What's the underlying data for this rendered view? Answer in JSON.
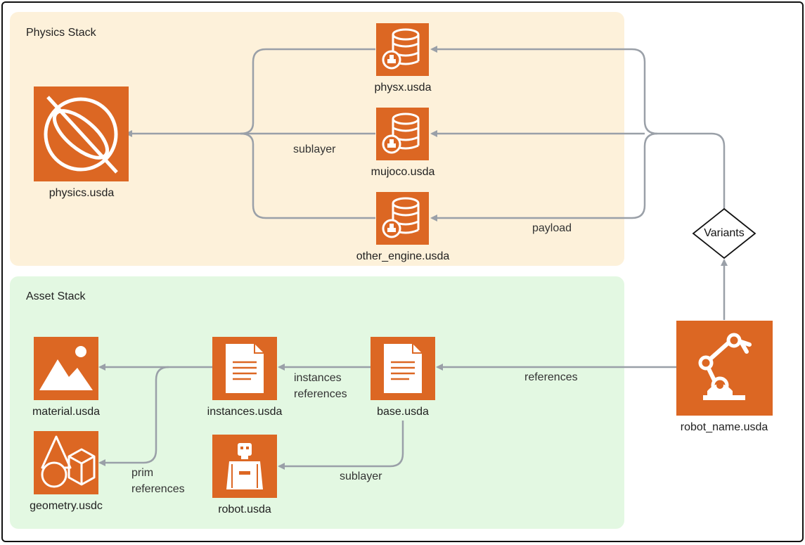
{
  "panels": {
    "physics_title": "Physics Stack",
    "asset_title": "Asset Stack"
  },
  "nodes": {
    "physics": "physics.usda",
    "physx": "physx.usda",
    "mujoco": "mujoco.usda",
    "other_engine": "other_engine.usda",
    "material": "material.usda",
    "instances": "instances.usda",
    "base": "base.usda",
    "geometry": "geometry.usdc",
    "robot": "robot.usda",
    "robot_name": "robot_name.usda"
  },
  "decision": {
    "label": "Variants"
  },
  "edge_labels": {
    "sublayer_physics": "sublayer",
    "payload": "payload",
    "references": "references",
    "instances_references_1": "instances",
    "instances_references_2": "references",
    "prim_references_1": "prim",
    "prim_references_2": "references",
    "sublayer_asset": "sublayer"
  },
  "icons": {
    "physics": "physics-orbit-icon",
    "physx": "database-icon",
    "mujoco": "database-icon",
    "other_engine": "database-icon",
    "material": "image-icon",
    "instances": "document-icon",
    "base": "document-icon",
    "geometry": "shapes-icon",
    "robot": "robot-icon",
    "robot_name": "robotic-arm-icon"
  },
  "colors": {
    "node_fill": "#dc6723",
    "physics_panel": "#fdf1da",
    "asset_panel": "#e3f8e2",
    "edge": "#9aa0a8"
  }
}
